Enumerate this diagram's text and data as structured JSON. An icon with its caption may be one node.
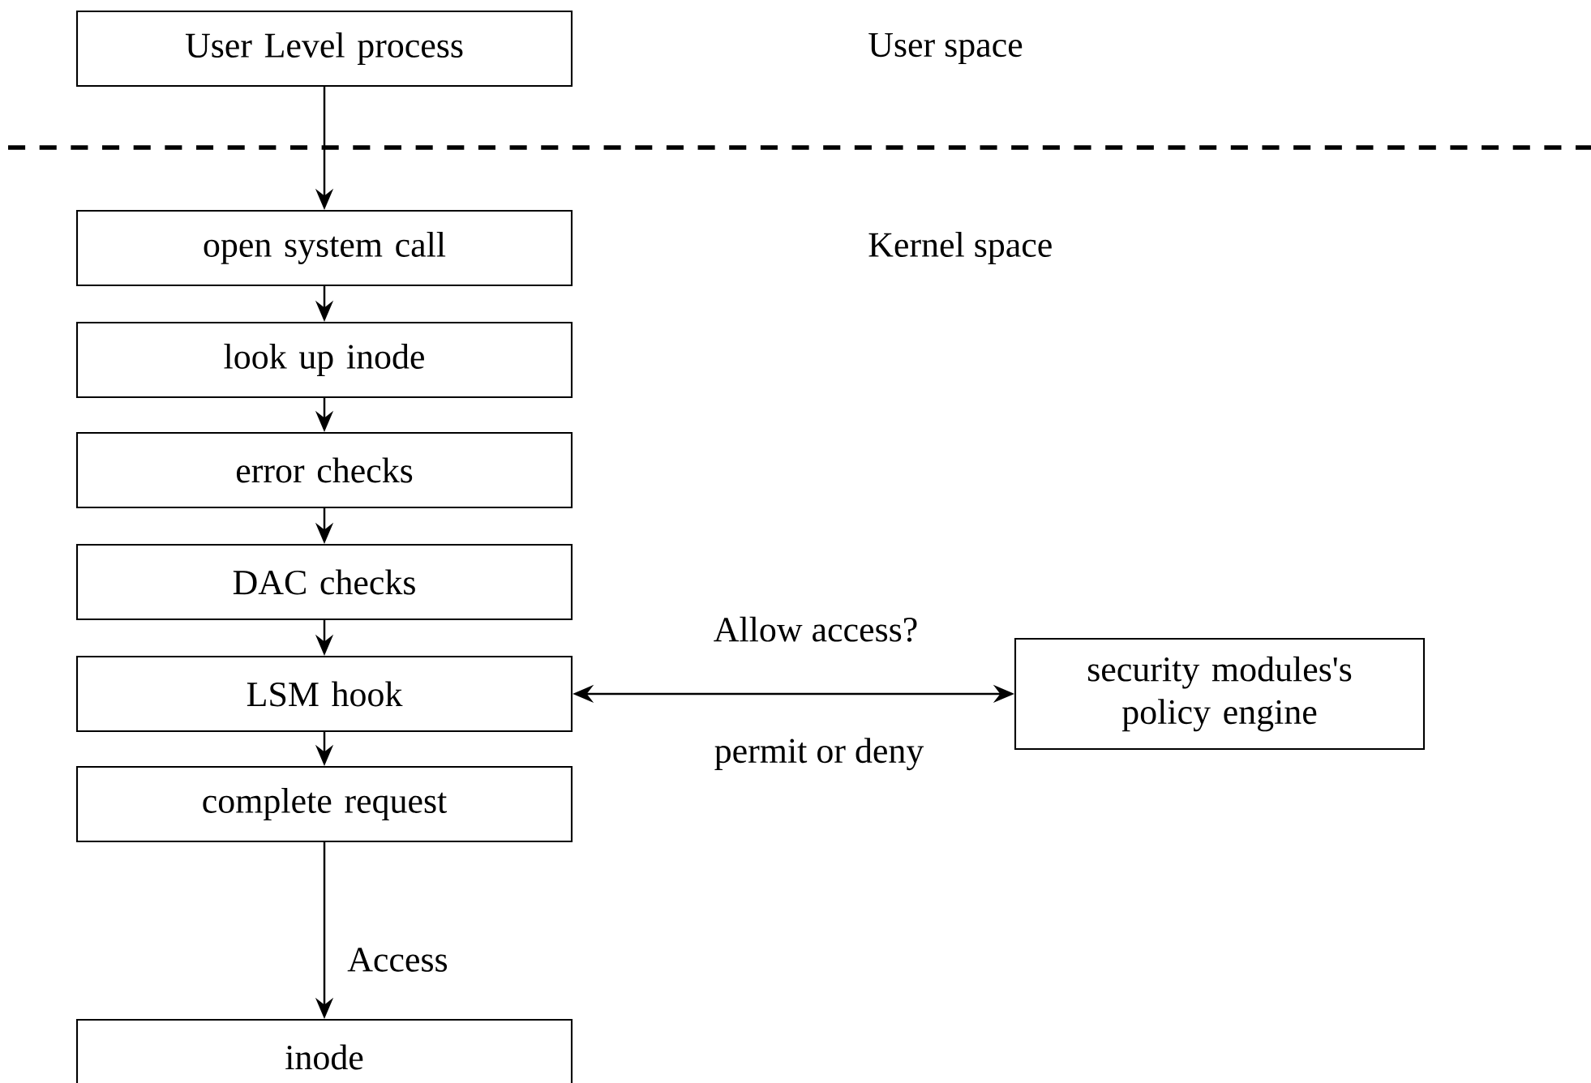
{
  "diagram": {
    "nodes": [
      {
        "text": [
          "User Level process"
        ]
      },
      {
        "text": [
          "open system call"
        ]
      },
      {
        "text": [
          "look up inode"
        ]
      },
      {
        "text": [
          "error checks"
        ]
      },
      {
        "text": [
          "DAC checks"
        ]
      },
      {
        "text": [
          "LSM hook"
        ]
      },
      {
        "text": [
          "complete request"
        ]
      },
      {
        "text": [
          "inode"
        ]
      },
      {
        "text": [
          "security modules's policy engine"
        ]
      }
    ],
    "edges": [
      {
        "from": 0,
        "to": 1,
        "arrow": "to"
      },
      {
        "from": 1,
        "to": 2,
        "arrow": "to"
      },
      {
        "from": 2,
        "to": 3,
        "arrow": "to"
      },
      {
        "from": 3,
        "to": 4,
        "arrow": "to"
      },
      {
        "from": 4,
        "to": 5,
        "arrow": "to"
      },
      {
        "from": 5,
        "to": 6,
        "arrow": "to"
      },
      {
        "from": 6,
        "to": 7,
        "arrow": "to",
        "label": "Access"
      },
      {
        "from": 5,
        "to": 8,
        "arrow": "both",
        "label": "Allow access?"
      }
    ],
    "labels": [
      "User space",
      "Kernel space",
      "permit or deny"
    ]
  }
}
